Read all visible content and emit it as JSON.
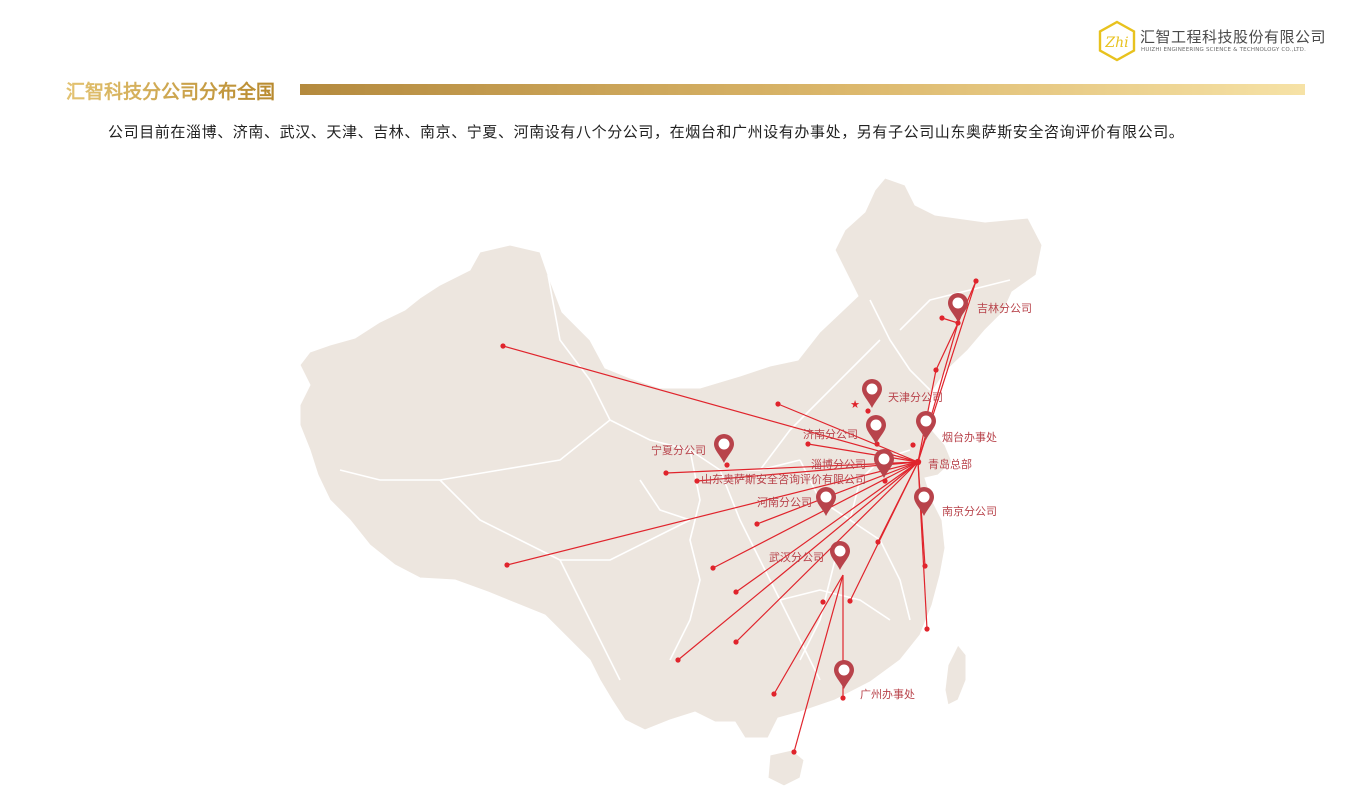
{
  "header": {
    "company_name": "汇智工程科技股份有限公司",
    "company_name_en": "HUIZHI ENGINEERING SCIENCE & TECHNOLOGY CO.,LTD.",
    "logo_text": "Zhi"
  },
  "section": {
    "title": "汇智科技分公司分布全国",
    "description": "公司目前在淄博、济南、武汉、天津、吉林、南京、宁夏、河南设有八个分公司，在烟台和广州设有办事处，另有子公司山东奥萨斯安全咨询评价有限公司。"
  },
  "map": {
    "colors": {
      "land": "#ede6df",
      "border": "#ffffff",
      "line": "#e0242c",
      "pin": "#b8434b",
      "label": "#b8434b"
    },
    "headquarters": "青岛总部",
    "markers": [
      {
        "label": "吉林分公司",
        "icon": "map-pin-icon"
      },
      {
        "label": "天津分公司",
        "icon": "map-pin-icon"
      },
      {
        "label": "烟台办事处",
        "icon": "map-pin-icon"
      },
      {
        "label": "济南分公司",
        "icon": "map-pin-icon"
      },
      {
        "label": "宁夏分公司",
        "icon": "map-pin-icon"
      },
      {
        "label": "淄博分公司",
        "icon": "map-pin-icon"
      },
      {
        "label": "山东奥萨斯安全咨询评价有限公司",
        "icon": "map-pin-icon"
      },
      {
        "label": "河南分公司",
        "icon": "map-pin-icon"
      },
      {
        "label": "南京分公司",
        "icon": "map-pin-icon"
      },
      {
        "label": "武汉分公司",
        "icon": "map-pin-icon"
      },
      {
        "label": "广州办事处",
        "icon": "map-pin-icon"
      }
    ],
    "capital_icon": "star-icon"
  }
}
